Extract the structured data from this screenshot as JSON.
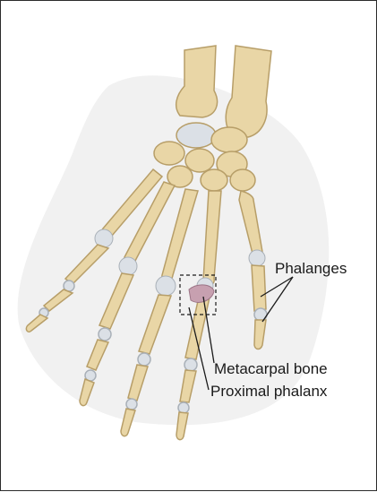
{
  "labels": {
    "phalanges": "Phalanges",
    "metacarpal_bone": "Metacarpal bone",
    "proximal_phalanx": "Proximal phalanx"
  },
  "colors": {
    "bone": "#e9d6a6",
    "bone_outline": "#b79e68",
    "cartilage": "#dbe0e6",
    "shadow": "#eeeeee",
    "highlight_joint": "#c7a0b0",
    "leader_line": "#1a1a1a"
  }
}
